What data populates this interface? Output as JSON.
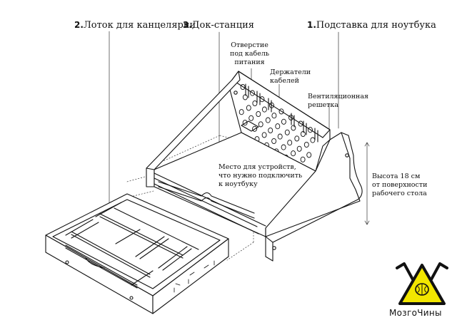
{
  "headings": [
    {
      "num": "2.",
      "text": "Лоток для канцелярии"
    },
    {
      "num": "3.",
      "text": "Док-станция"
    },
    {
      "num": "1.",
      "text": "Подставка для ноутбука"
    }
  ],
  "callouts": {
    "power_hole": [
      "Отверстие",
      "под кабель",
      "питания"
    ],
    "cable_holders": [
      "Держатели",
      "кабелей"
    ],
    "vent_grille": [
      "Вентиляционная",
      "решетка"
    ],
    "device_place": [
      "Место для устройств,",
      "что нужно подключить",
      "к ноутбуку"
    ],
    "height": [
      "Высота 18 см",
      "от поверхности",
      "рабочего стола"
    ]
  },
  "logo": {
    "text": "МозгоЧины",
    "colors": {
      "triangle": "#f2e600",
      "outline": "#111111"
    }
  }
}
